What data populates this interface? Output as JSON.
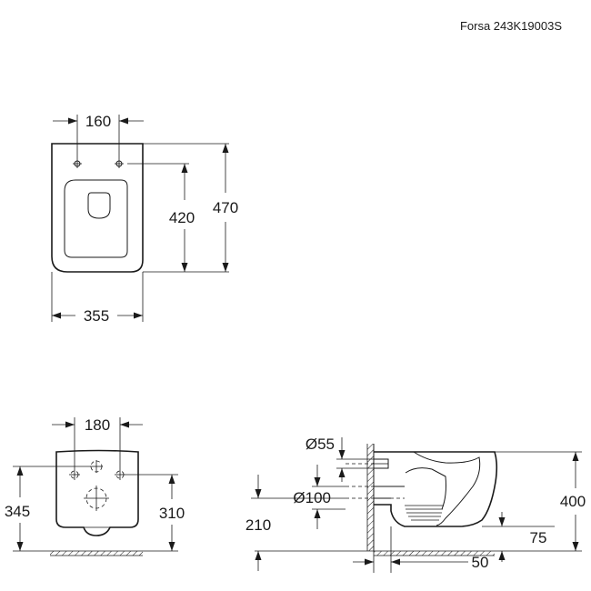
{
  "title": "Forsa 243K19003S",
  "top_view": {
    "fixing_spacing": "160",
    "bowl_length": "420",
    "total_length": "470",
    "width": "355"
  },
  "back_view": {
    "fixing_spacing": "180",
    "fixing_height_1": "345",
    "fixing_height_2": "310"
  },
  "side_view": {
    "inlet_diameter": "Ø55",
    "outlet_diameter": "Ø100",
    "outlet_height": "210",
    "bowl_height": "400",
    "base_offset": "75",
    "wall_offset": "50"
  }
}
